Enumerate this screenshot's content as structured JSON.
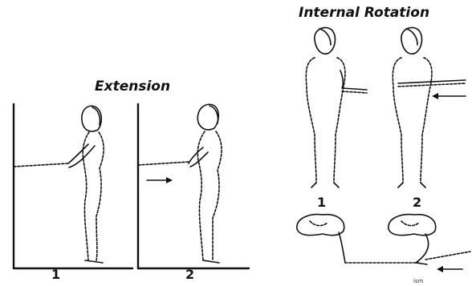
{
  "titles": {
    "internal_rotation": "Internal Rotation",
    "extension": "Extension"
  },
  "labels": {
    "ext_step_1": "1",
    "ext_step_2": "2",
    "ir_step_1": "1",
    "ir_step_2": "2",
    "corner_mark": "ism"
  },
  "icons": [
    "standing-figure",
    "arrow",
    "overhead-view"
  ]
}
